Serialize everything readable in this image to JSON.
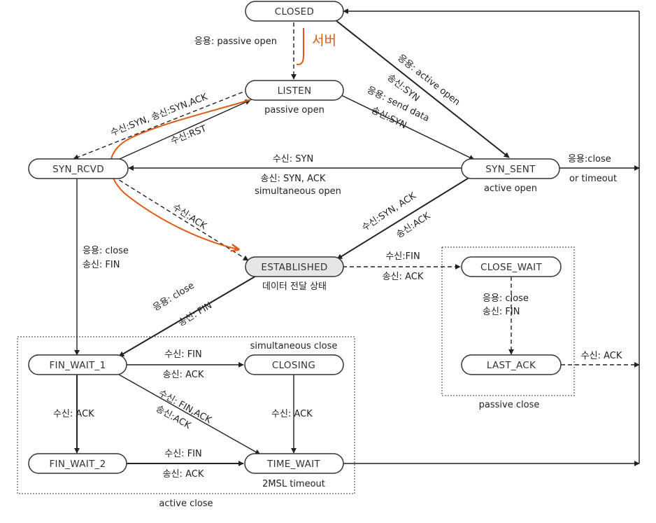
{
  "states": {
    "closed": "CLOSED",
    "listen": "LISTEN",
    "syn_rcvd": "SYN_RCVD",
    "syn_sent": "SYN_SENT",
    "established": "ESTABLISHED",
    "close_wait": "CLOSE_WAIT",
    "last_ack": "LAST_ACK",
    "fin_wait_1": "FIN_WAIT_1",
    "closing": "CLOSING",
    "fin_wait_2": "FIN_WAIT_2",
    "time_wait": "TIME_WAIT"
  },
  "captions": {
    "listen": "passive open",
    "syn_sent": "active open",
    "established": "데이터 전달 상태",
    "time_wait": "2MSL timeout",
    "simultaneous_close": "simultaneous close",
    "passive_close": "passive close",
    "active_close": "active close"
  },
  "edges": {
    "closed_listen": "응용: passive open",
    "closed_syn_sent_1": "응용: active open",
    "closed_syn_sent_2": "송신:SYN",
    "listen_syn_sent_1": "응용: send data",
    "listen_syn_sent_2": "송신:SYN",
    "listen_syn_rcvd": "수신:SYN, 송신:SYN,ACK",
    "syn_rcvd_listen": "수신:RST",
    "syn_sent_syn_rcvd_1": "수신: SYN",
    "syn_sent_syn_rcvd_2": "송신: SYN, ACK",
    "syn_sent_syn_rcvd_3": "simultaneous open",
    "syn_sent_timeout_1": "응용:close",
    "syn_sent_timeout_2": "or timeout",
    "syn_rcvd_established": "수신:ACK",
    "syn_sent_established_1": "수신:SYN, ACK",
    "syn_sent_established_2": "송신:ACK",
    "syn_rcvd_fin_wait_1_1": "응용: close",
    "syn_rcvd_fin_wait_1_2": "송신: FIN",
    "established_close_wait_1": "수신:FIN",
    "established_close_wait_2": "송신: ACK",
    "close_wait_last_ack_1": "응용: close",
    "close_wait_last_ack_2": "송신: FIN",
    "last_ack_closed": "수신: ACK",
    "established_fin_wait_1_1": "응용: close",
    "established_fin_wait_1_2": "송신: FIN",
    "fin_wait_1_closing_1": "수신: FIN",
    "fin_wait_1_closing_2": "송신: ACK",
    "fin_wait_1_time_wait_1": "수신: FIN,ACK",
    "fin_wait_1_time_wait_2": "송신:ACK",
    "fin_wait_1_fin_wait_2": "수신: ACK",
    "closing_time_wait": "수신: ACK",
    "fin_wait_2_time_wait_1": "수신: FIN",
    "fin_wait_2_time_wait_2": "송신: ACK"
  },
  "annotation": {
    "text": "서버",
    "color": "#e05a14"
  }
}
